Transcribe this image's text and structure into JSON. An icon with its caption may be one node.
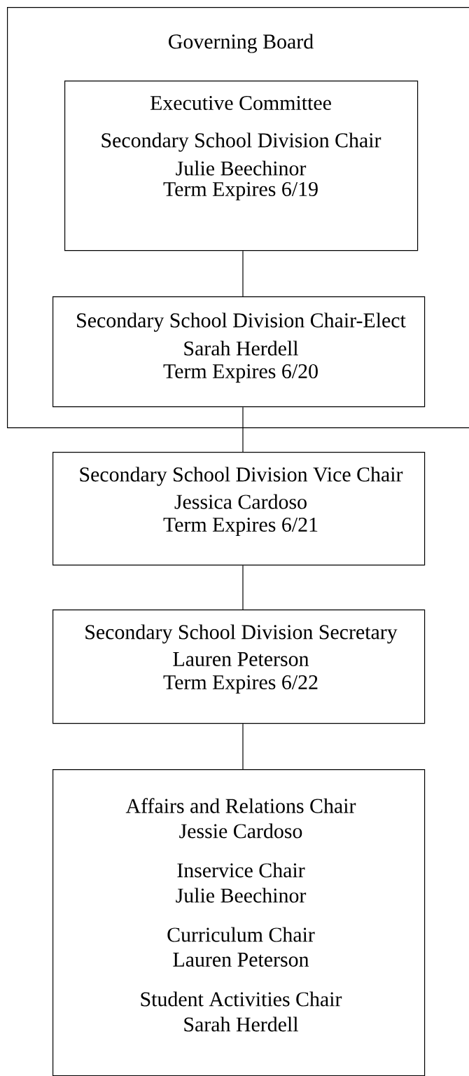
{
  "diagram": {
    "nodes": [
      {
        "text": [
          "Governing Board"
        ]
      },
      {
        "text": [
          "Executive Committee",
          "Secondary School Division Chair",
          "Julie Beechinor",
          "Term Expires 6/19"
        ],
        "in": 0
      },
      {
        "text": [
          "Secondary School Division Chair-Elect",
          "Sarah Herdell",
          "Term Expires 6/20"
        ],
        "in": 0
      },
      {
        "text": [
          "Secondary School Division Vice Chair",
          "Jessica Cardoso",
          "Term Expires 6/21"
        ]
      },
      {
        "text": [
          "Secondary School Division Secretary",
          "Lauren Peterson",
          "Term Expires 6/22"
        ]
      },
      {
        "text": [
          "Affairs and Relations Chair",
          "Jessie Cardoso",
          "Inservice Chair",
          "Julie Beechinor",
          "Curriculum Chair",
          "Lauren Peterson",
          "Student Activities Chair",
          "Sarah Herdell"
        ]
      }
    ],
    "edges": [
      {
        "from": 1,
        "to": 2,
        "arrow": "none"
      },
      {
        "from": 2,
        "to": 3,
        "arrow": "none"
      },
      {
        "from": 3,
        "to": 4,
        "arrow": "none"
      },
      {
        "from": 4,
        "to": 5,
        "arrow": "none"
      }
    ]
  }
}
